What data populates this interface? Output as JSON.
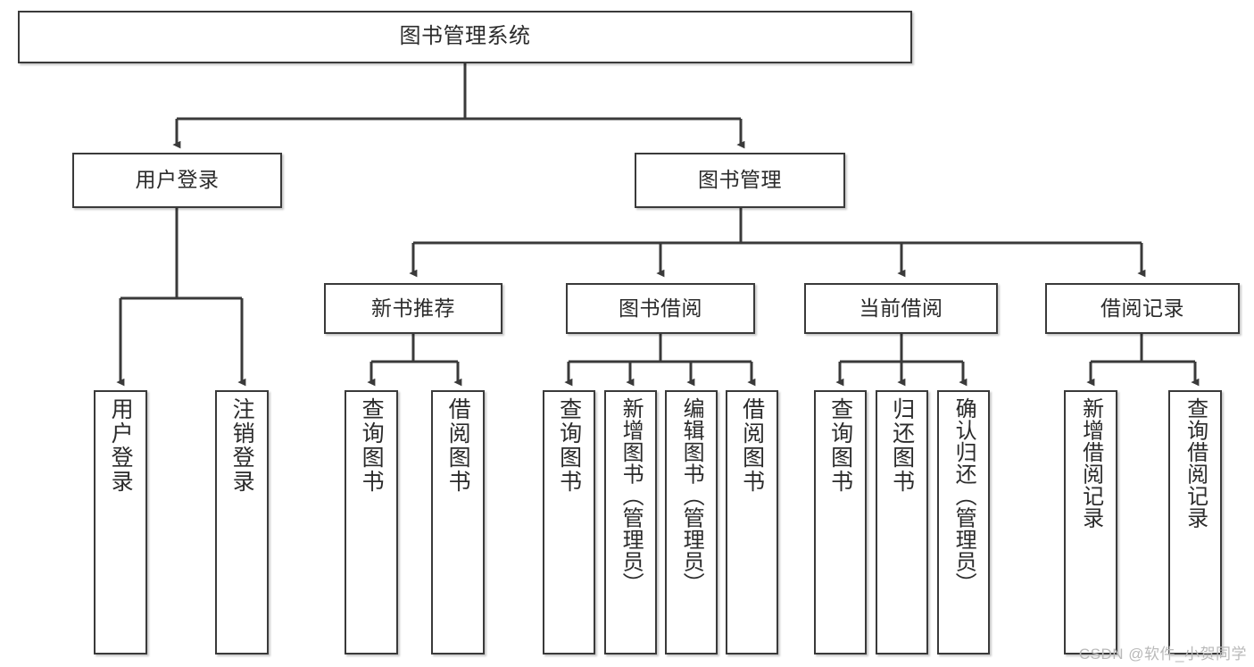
{
  "diagram": {
    "title": "图书管理系统",
    "type": "tree-hierarchy-diagram",
    "watermark": "CSDN @软件_小贺同学",
    "colors": {
      "box_border": "#3a3a3a",
      "box_fill": "#ffffff",
      "text": "#2b2b2b",
      "connector": "#3a3a3a",
      "watermark": "#b9b9b9",
      "background": "#ffffff"
    },
    "root": {
      "label": "图书管理系统"
    },
    "level2": [
      {
        "label": "用户登录"
      },
      {
        "label": "图书管理"
      }
    ],
    "level3": [
      {
        "label": "新书推荐"
      },
      {
        "label": "图书借阅"
      },
      {
        "label": "当前借阅"
      },
      {
        "label": "借阅记录"
      }
    ],
    "leaves": {
      "user_login": [
        {
          "label": "用户登录"
        },
        {
          "label": "注销登录"
        }
      ],
      "new_book_recommend": [
        {
          "label": "查询图书"
        },
        {
          "label": "借阅图书"
        }
      ],
      "book_borrow": [
        {
          "label": "查询图书"
        },
        {
          "label": "新增图书（管理员）"
        },
        {
          "label": "编辑图书（管理员）"
        },
        {
          "label": "借阅图书"
        }
      ],
      "current_borrow": [
        {
          "label": "查询图书"
        },
        {
          "label": "归还图书"
        },
        {
          "label": "确认归还（管理员）"
        }
      ],
      "borrow_record": [
        {
          "label": "新增借阅记录"
        },
        {
          "label": "查询借阅记录"
        }
      ]
    }
  }
}
